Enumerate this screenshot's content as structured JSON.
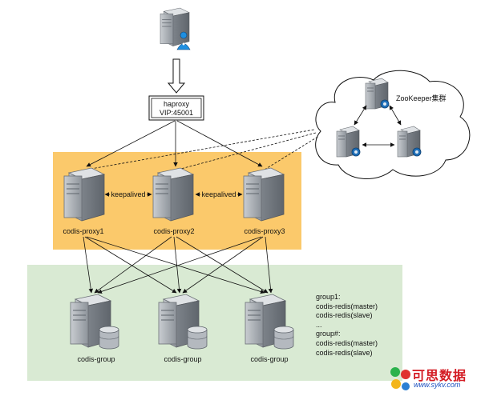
{
  "haproxy": {
    "name": "haproxy",
    "vip": "VIP:45001"
  },
  "zookeeper": {
    "label": "ZooKeeper集群"
  },
  "proxies": [
    {
      "label": "codis-proxy1"
    },
    {
      "label": "codis-proxy2"
    },
    {
      "label": "codis-proxy3"
    }
  ],
  "keepalived": [
    "keepalived",
    "keepalived"
  ],
  "groups": [
    {
      "label": "codis-group"
    },
    {
      "label": "codis-group"
    },
    {
      "label": "codis-group"
    }
  ],
  "group_note": [
    "group1:",
    "codis-redis(master)",
    "codis-redis(slave)",
    "...",
    "group#:",
    "codis-redis(master)",
    "codis-redis(slave)"
  ],
  "watermark": {
    "name": "可思数据",
    "url": "www.sykv.com"
  },
  "colors": {
    "proxy_zone": "#fbc96b",
    "group_zone": "#d9ead3",
    "server": "#9aa0a7"
  }
}
